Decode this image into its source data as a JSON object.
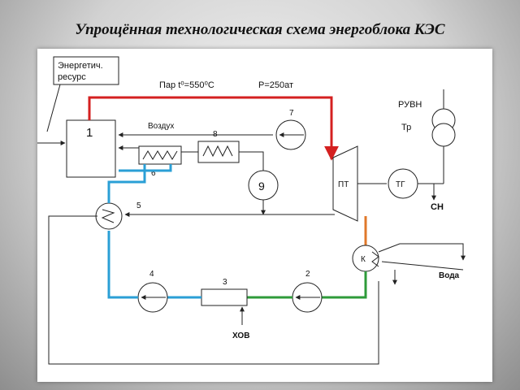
{
  "title": "Упрощённая технологическая схема энергоблока КЭС",
  "labels": {
    "energy_resource": [
      "Энергетич.",
      "ресурс"
    ],
    "steam_params": "Пар t⁰=550⁰С",
    "pressure": "P=250ат",
    "air": "Воздух",
    "boiler": "1",
    "pump_2": "2",
    "heater_3": "3",
    "pump_4": "4",
    "heater_5": "5",
    "heater_6": "6",
    "fan_7": "7",
    "airheater_8": "8",
    "smoke_9": "9",
    "turbine": "ПТ",
    "generator": "ТГ",
    "condenser": "К",
    "switchgear": "РУВН",
    "transformer": "Тр",
    "own_needs": "СН",
    "water": "Вода",
    "chemical_water": "ХОВ"
  },
  "colors": {
    "main_steam": "#d42020",
    "feedwater": "#2a9fd6",
    "condensate": "#2e9b3a",
    "exhaust_steam": "#e0782a",
    "line": "#222222"
  }
}
